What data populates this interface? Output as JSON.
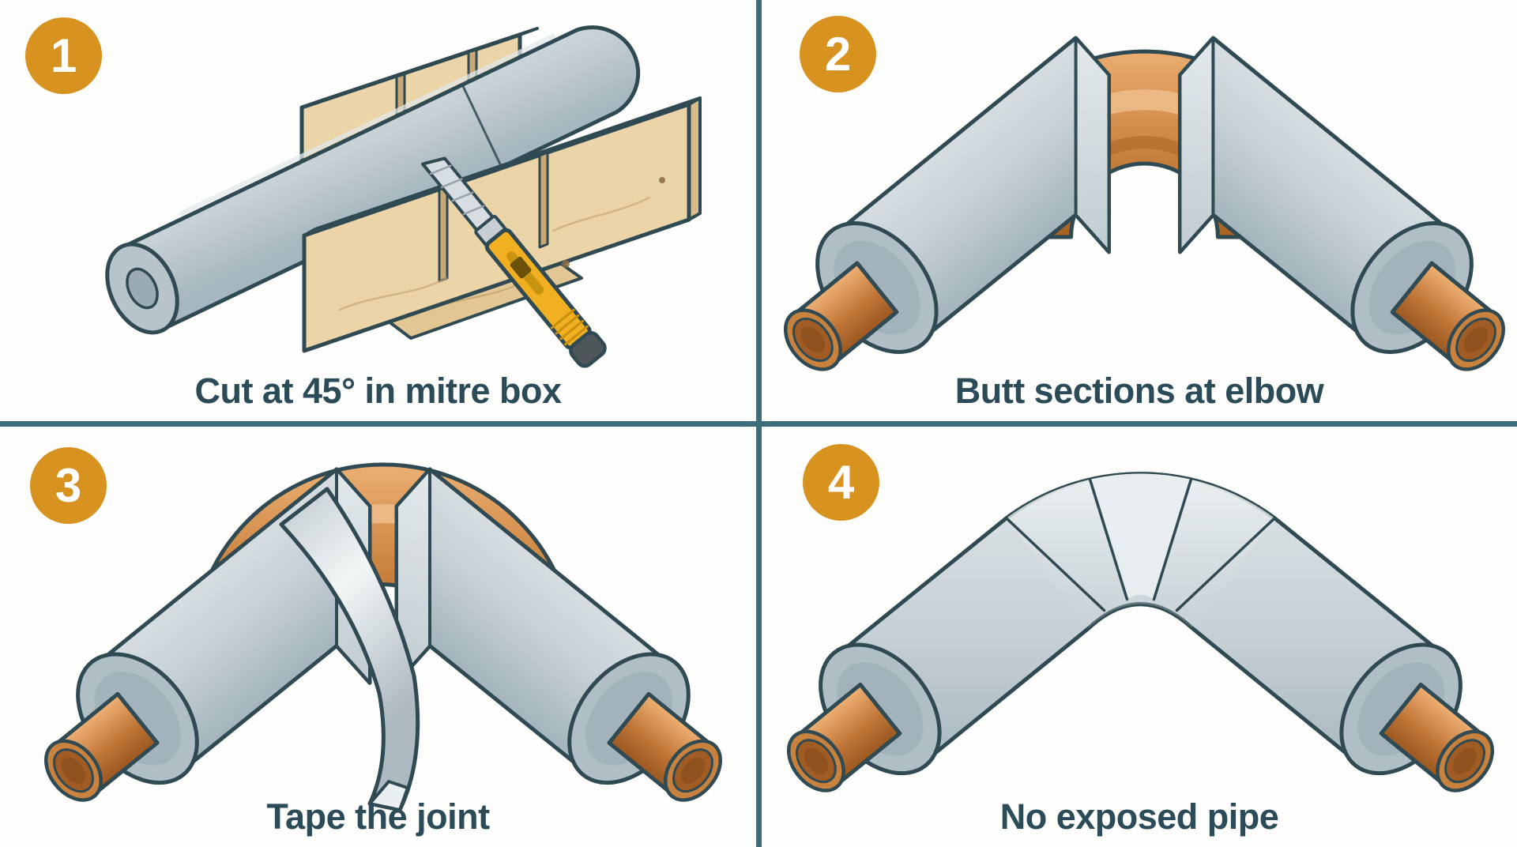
{
  "steps": [
    {
      "number": "1",
      "caption": "Cut at 45° in mitre box"
    },
    {
      "number": "2",
      "caption": "Butt sections at elbow"
    },
    {
      "number": "3",
      "caption": "Tape the joint"
    },
    {
      "number": "4",
      "caption": "No exposed pipe"
    }
  ],
  "palette": {
    "background": "#FDFDFC",
    "divider_teal": "#3D6C7B",
    "outline_slate": "#2F4A53",
    "badge_orange": "#D8921F",
    "badge_number_white": "#FFFFFF",
    "caption_text": "#2B4B59",
    "insulation_grey": "#C6D0D5",
    "copper_orange": "#C9823E",
    "wood_tan": "#EBD4A7",
    "knife_yellow": "#F1B021",
    "tape_silver": "#E3E8EA"
  }
}
